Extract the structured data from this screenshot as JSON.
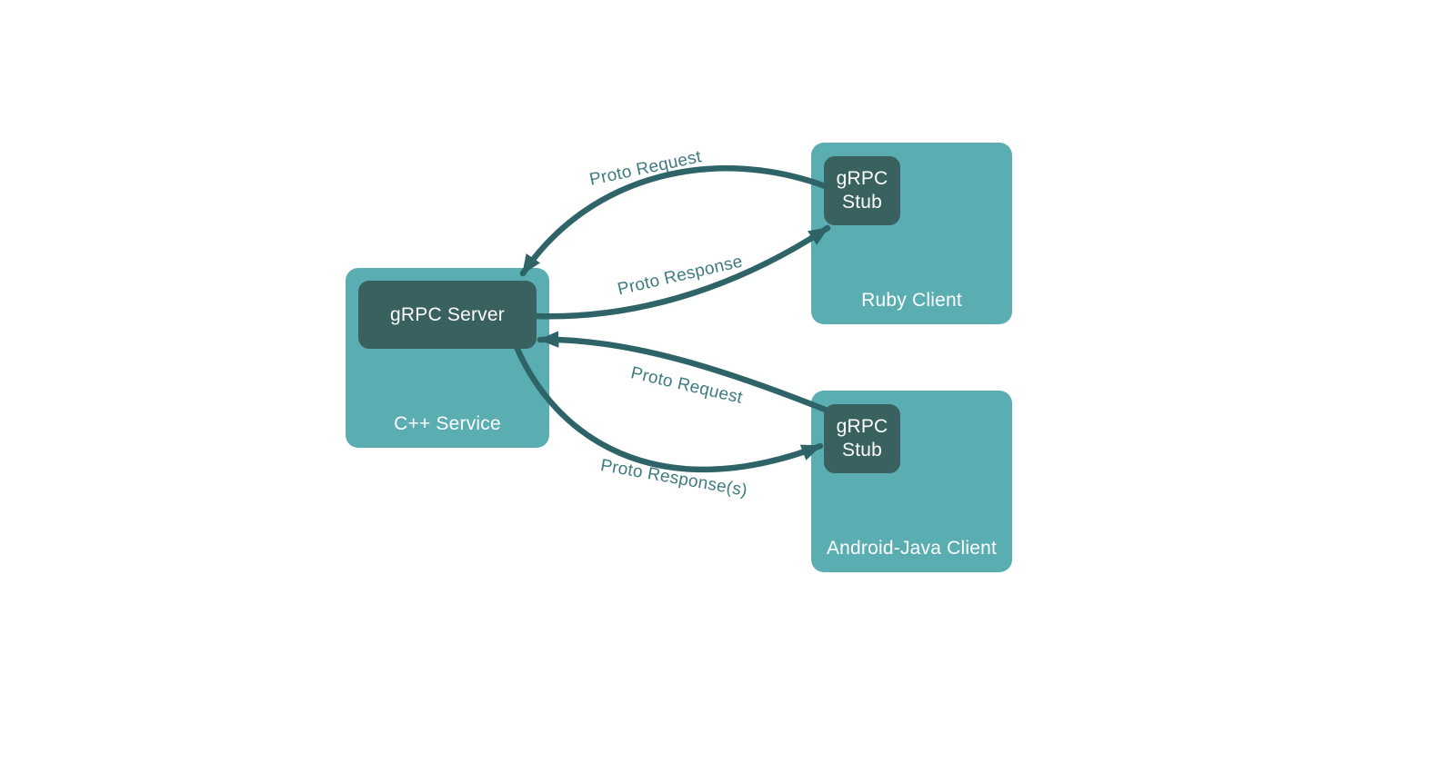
{
  "colors": {
    "background": "#ffffff",
    "client_box": "#5AAEB2",
    "server_box": "#39615F",
    "arrow": "#2E6367",
    "arrow_label": "#3E7B80",
    "box_text": "#ffffff"
  },
  "nodes": {
    "cpp_service": {
      "label": "C++ Service",
      "server": {
        "label": "gRPC Server"
      }
    },
    "ruby_client": {
      "label": "Ruby Client",
      "stub": {
        "line1": "gRPC",
        "line2": "Stub"
      }
    },
    "android_client": {
      "label": "Android-Java Client",
      "stub": {
        "line1": "gRPC",
        "line2": "Stub"
      }
    }
  },
  "arrows": [
    {
      "id": "ruby-request",
      "label": "Proto Request",
      "from": "ruby-grpc-stub",
      "to": "grpc-server"
    },
    {
      "id": "ruby-response",
      "label": "Proto Response",
      "from": "grpc-server",
      "to": "ruby-grpc-stub"
    },
    {
      "id": "android-request",
      "label": "Proto Request",
      "from": "android-grpc-stub",
      "to": "grpc-server"
    },
    {
      "id": "android-response",
      "label": "Proto Response(s)",
      "from": "grpc-server",
      "to": "android-grpc-stub"
    }
  ]
}
